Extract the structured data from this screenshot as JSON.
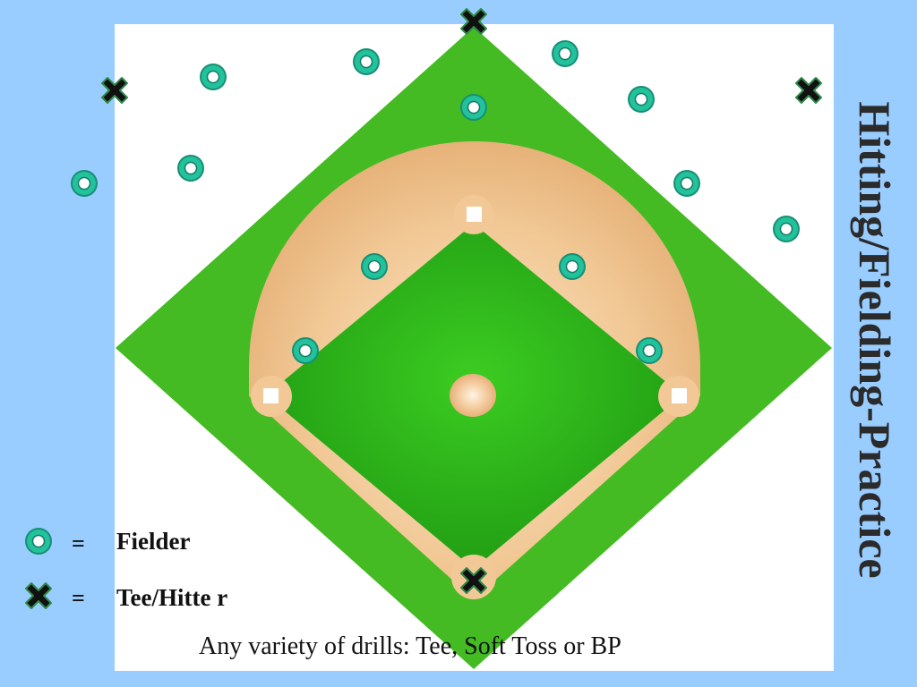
{
  "title": "Hitting/Fielding-Practice",
  "legend": {
    "equals": "=",
    "fielder_label": "Fielder",
    "hitter_label": "Tee/Hitte r"
  },
  "caption": "Any variety of drills: Tee, Soft Toss  or BP",
  "icons": {
    "fielder": "fielder-ring-icon",
    "hitter": "tee-hitter-x-icon"
  },
  "colors": {
    "background": "#99ccff",
    "outfield": "#44bb22",
    "infield_grass": "#22aa11",
    "dirt": "#e8b882",
    "fielder_marker": "#22c29c",
    "hitter_marker": "#111111",
    "title_text": "#2b2b2b"
  }
}
